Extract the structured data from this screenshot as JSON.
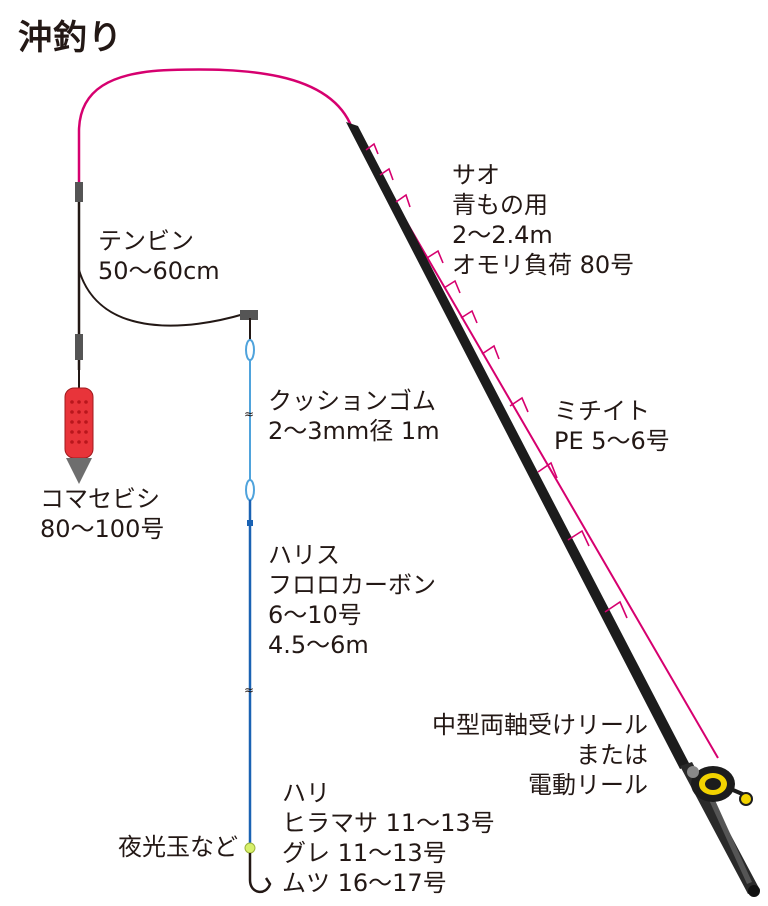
{
  "title": "沖釣り",
  "colors": {
    "mainline": "#d6006f",
    "leader_light": "#4fa3dc",
    "leader_dark": "#1a62b3",
    "sinker": "#e8343a",
    "rod": "#1c1c1c",
    "reel_accent": "#f2d300"
  },
  "labels": {
    "rod": {
      "line1": "サオ",
      "line2": "青もの用",
      "line3": "2〜2.4m",
      "line4": "オモリ負荷 80号"
    },
    "mainline": {
      "line1": "ミチイト",
      "line2": "PE 5〜6号"
    },
    "tenbin": {
      "line1": "テンビン",
      "line2": "50〜60cm"
    },
    "cushion": {
      "line1": "クッションゴム",
      "line2": "2〜3mm径 1m"
    },
    "sinker": {
      "line1": "コマセビシ",
      "line2": "80〜100号"
    },
    "harris": {
      "line1": "ハリス",
      "line2": "フロロカーボン",
      "line3": "6〜10号",
      "line4": "4.5〜6m"
    },
    "reel": {
      "line1": "中型両軸受けリール",
      "line2": "または",
      "line3": "電動リール"
    },
    "hook": {
      "line1": "ハリ",
      "line2": "ヒラマサ 11〜13号",
      "line3": "グレ 11〜13号",
      "line4": "ムツ 16〜17号"
    },
    "bead": {
      "line1": "夜光玉など"
    }
  }
}
